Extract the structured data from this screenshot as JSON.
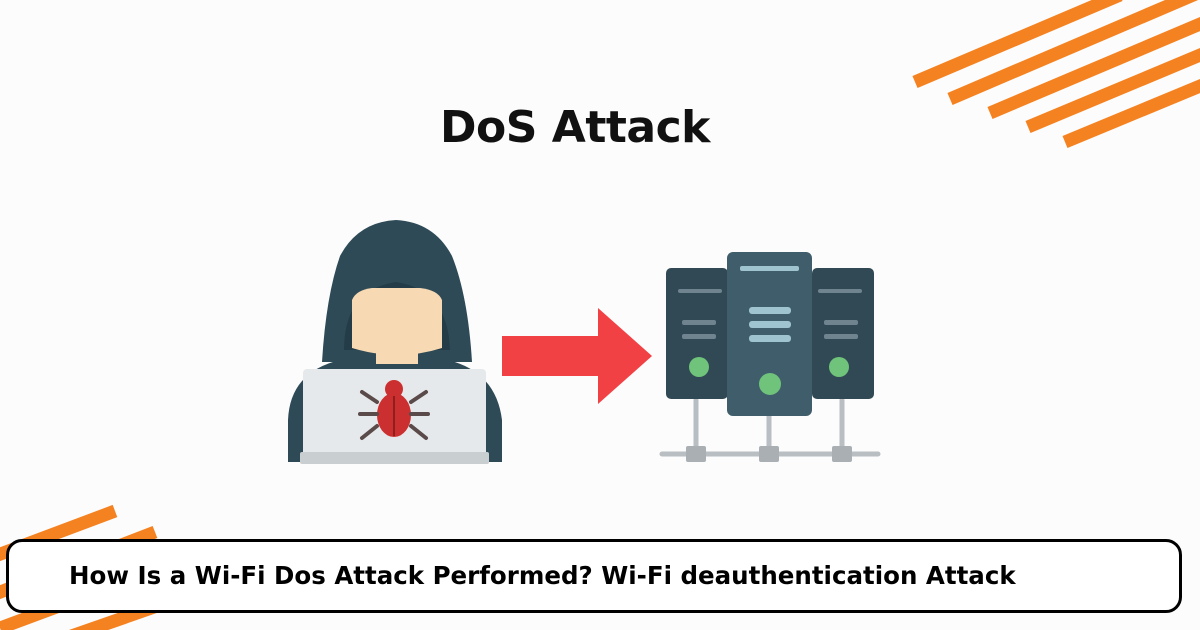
{
  "title": "DoS Attack",
  "caption": "How Is a Wi-Fi Dos Attack Performed? Wi-Fi deauthentication Attack",
  "colors": {
    "accent_stripes": "#f58220",
    "hacker_hood": "#2e4a57",
    "skin": "#f7d9b3",
    "laptop": "#e6e9eb",
    "bug": "#cc2f2f",
    "arrow": "#f24144",
    "server_dark": "#314955",
    "server_light": "#3f5d6a",
    "server_led": "#6fc37a",
    "network_lines": "#b9bec2"
  },
  "illustration": {
    "attacker": "hacker-with-laptop",
    "payload": "bug-icon",
    "direction": "arrow-right-icon",
    "target": "server-rack-icon"
  }
}
